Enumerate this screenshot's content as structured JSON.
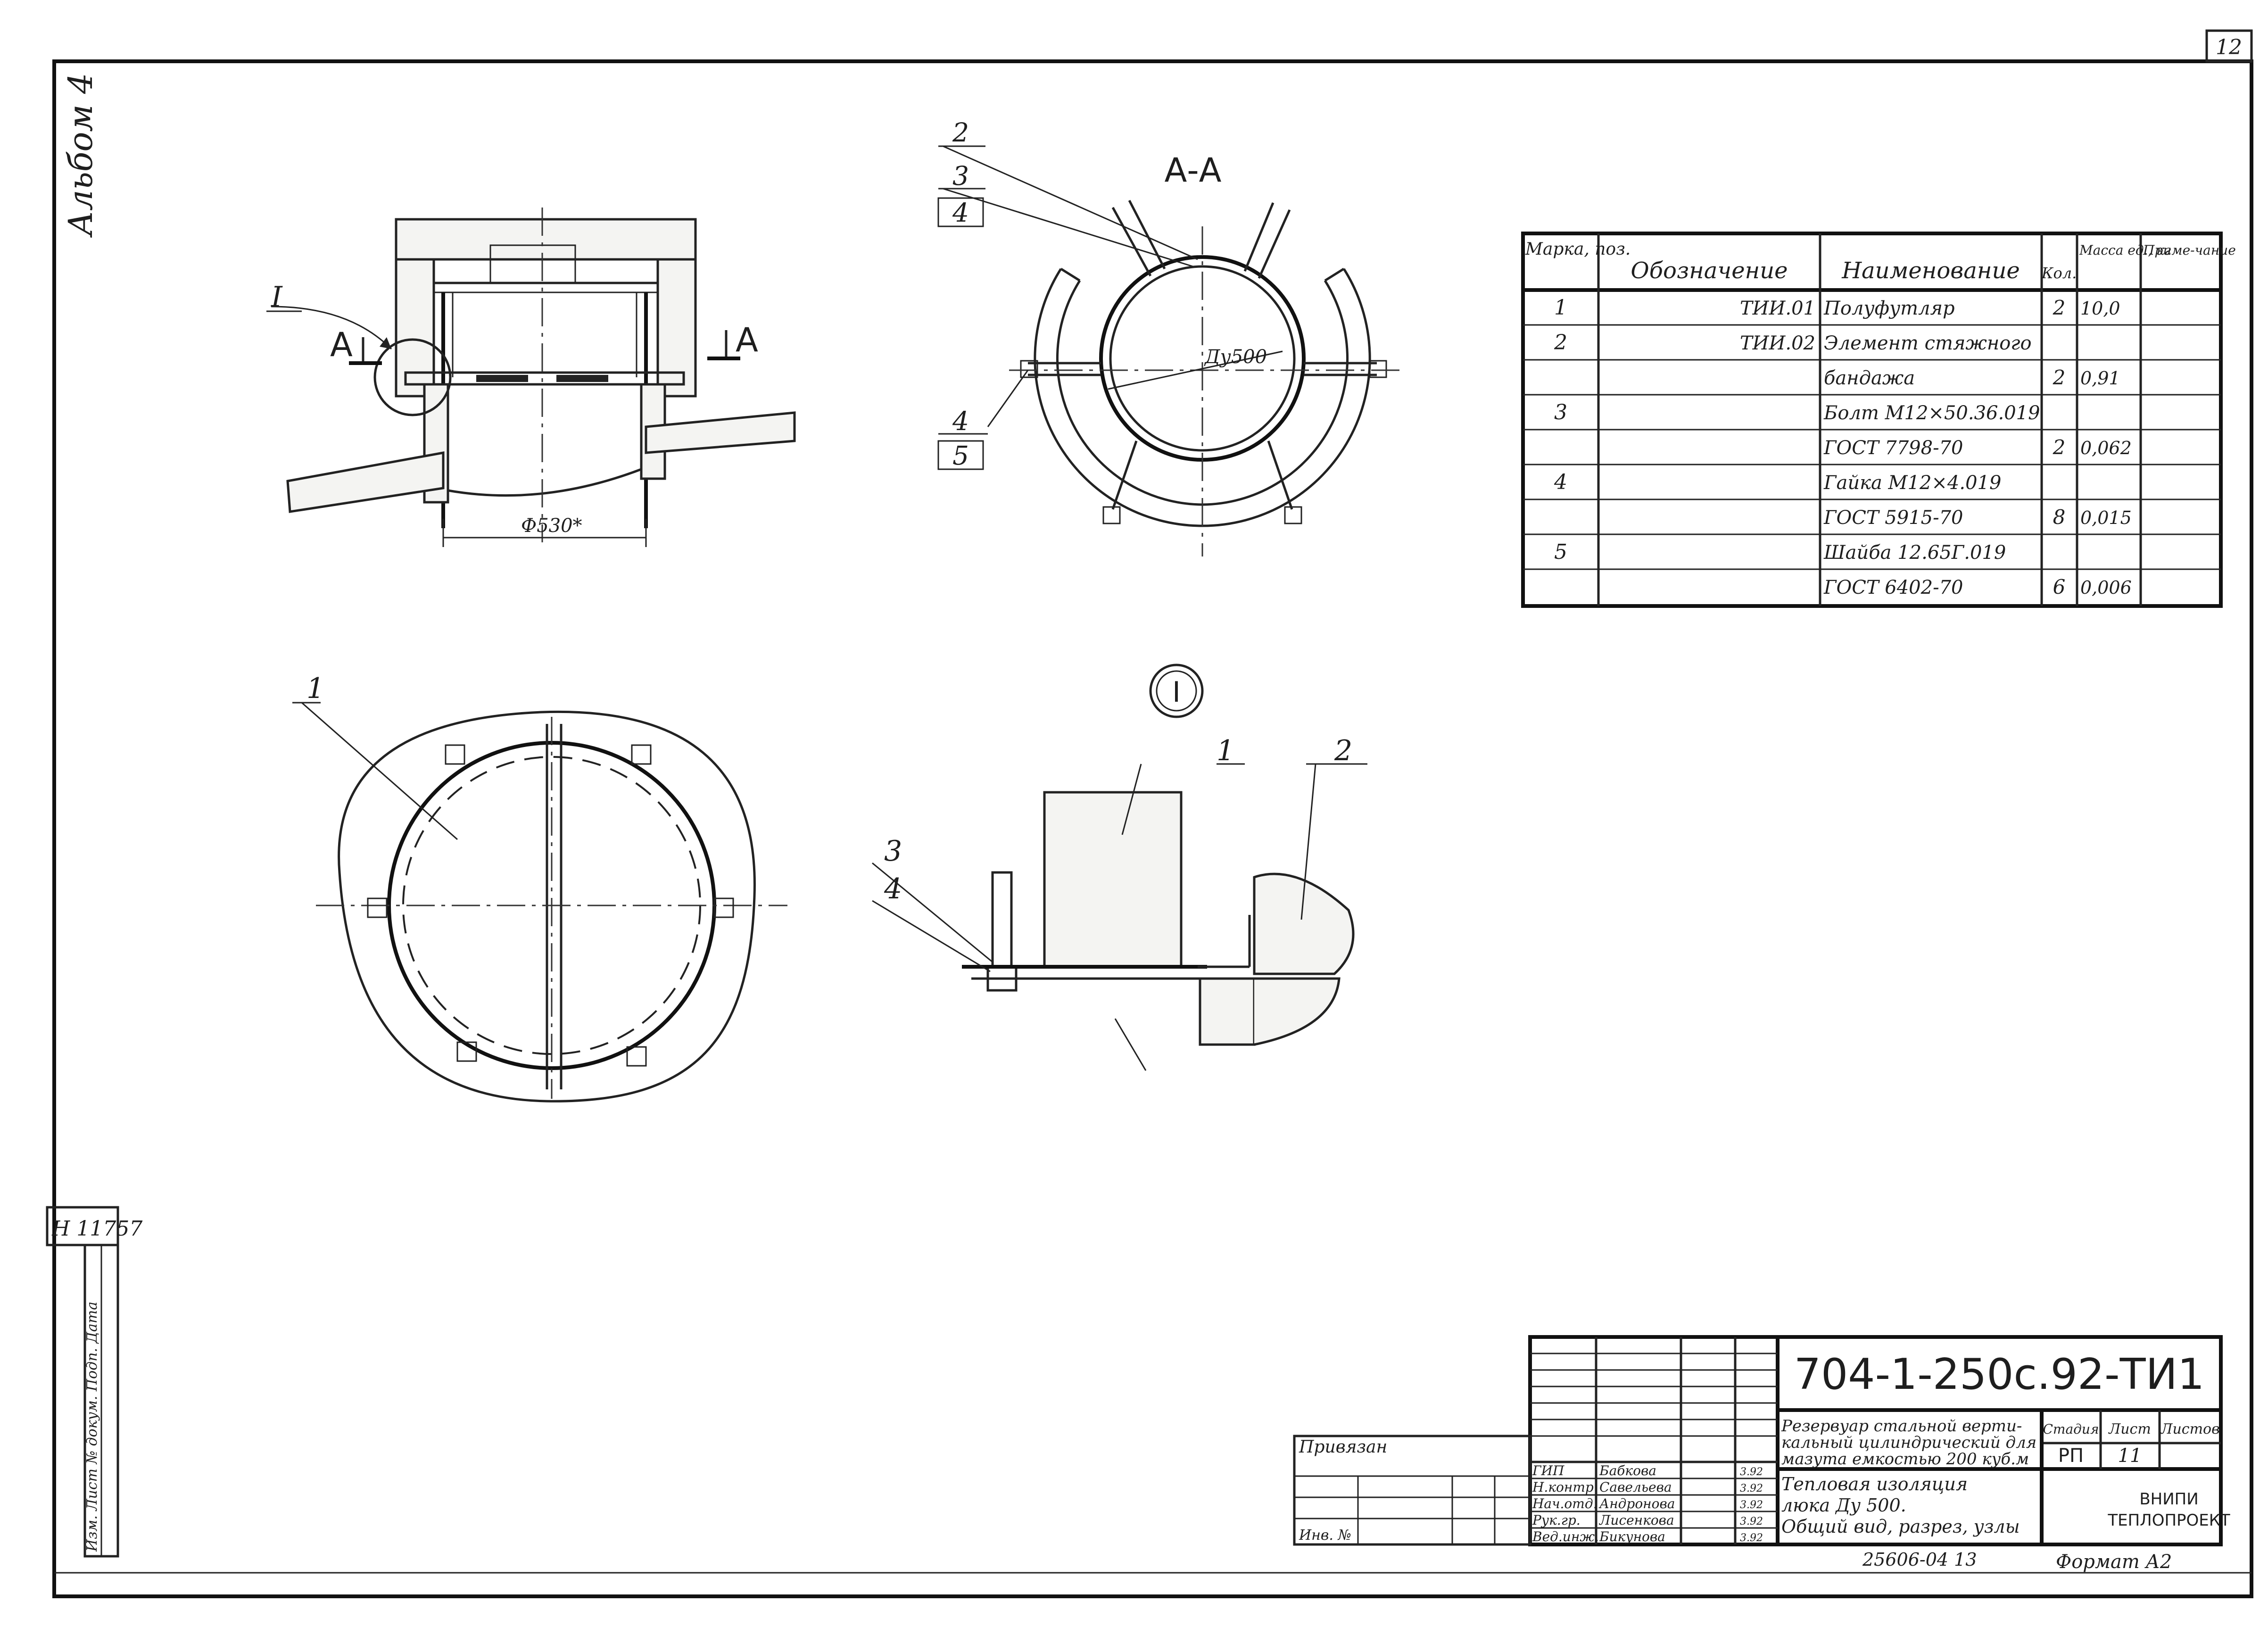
{
  "sheet": {
    "sheet_number": "12",
    "album_label": "Альбом 4",
    "inventory_stamp": "Н 11757",
    "vertical_stamp_text": "Изм. Лист  № докум.  Подп.  Дата"
  },
  "drawing": {
    "section_title": "А-А",
    "section_mark_letter": "А",
    "detail_marker": "I",
    "dim_outer_diameter": "Ф530*",
    "dim_nominal": "Ду500",
    "callouts": {
      "c1": "1",
      "c2": "2",
      "c3": "3",
      "c4": "4",
      "c5": "5"
    }
  },
  "spec_table": {
    "headers": [
      "Марка, поз.",
      "Обозначение",
      "Наименование",
      "Кол.",
      "Масса ед., кг",
      "Приме-чание"
    ],
    "rows": [
      [
        "1",
        "ТИИ.01",
        "Полуфутляр",
        "2",
        "10,0",
        ""
      ],
      [
        "2",
        "ТИИ.02",
        "Элемент стяжного",
        "",
        "",
        ""
      ],
      [
        "",
        "",
        "бандажа",
        "2",
        "0,91",
        ""
      ],
      [
        "3",
        "",
        "Болт М12×50.36.019",
        "",
        "",
        ""
      ],
      [
        "",
        "",
        "ГОСТ 7798-70",
        "2",
        "0,062",
        ""
      ],
      [
        "4",
        "",
        "Гайка М12×4.019",
        "",
        "",
        ""
      ],
      [
        "",
        "",
        "ГОСТ 5915-70",
        "8",
        "0,015",
        ""
      ],
      [
        "5",
        "",
        "Шайба 12.65Г.019",
        "",
        "",
        ""
      ],
      [
        "",
        "",
        "ГОСТ 6402-70",
        "6",
        "0,006",
        ""
      ]
    ]
  },
  "title_block": {
    "document_code": "704-1-250с.92-ТИ1",
    "bound_label": "Привязан",
    "inv_label": "Инв. №",
    "roles": [
      {
        "role": "ГИП",
        "name": "Бабкова",
        "date": "3.92"
      },
      {
        "role": "Н.контр.",
        "name": "Савельева",
        "date": "3.92"
      },
      {
        "role": "Нач.отд.",
        "name": "Андронова",
        "date": "3.92"
      },
      {
        "role": "Рук.гр.",
        "name": "Лисенкова",
        "date": "3.92"
      },
      {
        "role": "Вед.инж.",
        "name": "Бикунова",
        "date": "3.92"
      }
    ],
    "project_title": [
      "Резервуар стальной верти-",
      "кальный цилиндрический для",
      "мазута емкостью 200 куб.м"
    ],
    "sheet_title": [
      "Тепловая изоляция",
      "люка Ду 500.",
      "Общий вид, разрез, узлы"
    ],
    "stage_headers": [
      "Стадия",
      "Лист",
      "Листов"
    ],
    "stage_values": [
      "РП",
      "11",
      ""
    ],
    "organization": [
      "ВНИПИ",
      "ТЕПЛОПРОЕКТ"
    ],
    "footer_number": "25606-04  13",
    "format": "Формат А2"
  }
}
